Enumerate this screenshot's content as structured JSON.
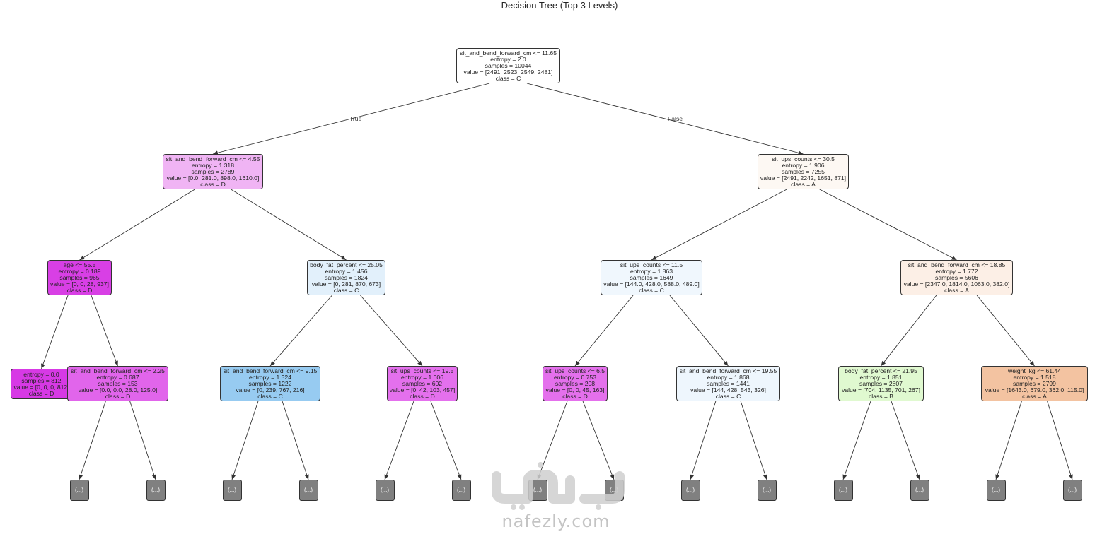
{
  "title": "Decision Tree (Top 3 Levels)",
  "edge_labels": {
    "true_label": "True",
    "false_label": "False"
  },
  "colors": {
    "class_A": "#e58139",
    "class_B": "#7be539",
    "class_C": "#399de5",
    "class_D": "#d739e5",
    "hidden_leaf": "#808080"
  },
  "nodes": [
    {
      "id": "n0",
      "lines": [
        "sit_and_bend_forward_cm <= 11.65",
        "entropy = 2.0",
        "samples = 10044",
        "value = [2491, 2523, 2549, 2481]",
        "class = C"
      ],
      "fill": "#ffffff"
    },
    {
      "id": "n1",
      "lines": [
        "sit_and_bend_forward_cm <= 4.55",
        "entropy = 1.318",
        "samples = 2789",
        "value = [0.0, 281.0, 898.0, 1610.0]",
        "class = D"
      ],
      "fill": "#f0b4f4"
    },
    {
      "id": "n2",
      "lines": [
        "sit_ups_counts <= 30.5",
        "entropy = 1.906",
        "samples = 7255",
        "value = [2491, 2242, 1651, 871]",
        "class = A"
      ],
      "fill": "#fdf8f3"
    },
    {
      "id": "n3",
      "lines": [
        "age <= 55.5",
        "entropy = 0.189",
        "samples = 965",
        "value = [0, 0, 28, 937]",
        "class = D"
      ],
      "fill": "#d83fe5"
    },
    {
      "id": "n4",
      "lines": [
        "body_fat_percent <= 25.05",
        "entropy = 1.456",
        "samples = 1824",
        "value = [0, 281, 870, 673]",
        "class = C"
      ],
      "fill": "#e2f0fb"
    },
    {
      "id": "n5",
      "lines": [
        "sit_ups_counts <= 11.5",
        "entropy = 1.863",
        "samples = 1649",
        "value = [144.0, 428.0, 588.0, 489.0]",
        "class = C"
      ],
      "fill": "#f0f7fd"
    },
    {
      "id": "n6",
      "lines": [
        "sit_and_bend_forward_cm <= 18.85",
        "entropy = 1.772",
        "samples = 5606",
        "value = [2347.0, 1814.0, 1063.0, 382.0]",
        "class = A"
      ],
      "fill": "#fcefe6"
    },
    {
      "id": "n7",
      "lines": [
        "entropy = 0.0",
        "samples = 812",
        "value = [0, 0, 0, 812]",
        "class = D"
      ],
      "fill": "#d739e5"
    },
    {
      "id": "n8",
      "lines": [
        "sit_and_bend_forward_cm <= 2.25",
        "entropy = 0.687",
        "samples = 153",
        "value = [0.0, 0.0, 28.0, 125.0]",
        "class = D"
      ],
      "fill": "#e165eb"
    },
    {
      "id": "n9",
      "lines": [
        "sit_and_bend_forward_cm <= 9.15",
        "entropy = 1.324",
        "samples = 1222",
        "value = [0, 239, 767, 216]",
        "class = C"
      ],
      "fill": "#97cbf1"
    },
    {
      "id": "n10",
      "lines": [
        "sit_ups_counts <= 19.5",
        "entropy = 1.006",
        "samples = 602",
        "value = [0, 42, 103, 457]",
        "class = D"
      ],
      "fill": "#e470ed"
    },
    {
      "id": "n11",
      "lines": [
        "sit_ups_counts <= 6.5",
        "entropy = 0.753",
        "samples = 208",
        "value = [0, 0, 45, 163]",
        "class = D"
      ],
      "fill": "#e470ec"
    },
    {
      "id": "n12",
      "lines": [
        "sit_and_bend_forward_cm <= 19.55",
        "entropy = 1.868",
        "samples = 1441",
        "value = [144, 428, 543, 326]",
        "class = C"
      ],
      "fill": "#eef6fd"
    },
    {
      "id": "n13",
      "lines": [
        "body_fat_percent <= 21.95",
        "entropy = 1.851",
        "samples = 2807",
        "value = [704, 1135, 701, 267]",
        "class = B"
      ],
      "fill": "#e0f9d0"
    },
    {
      "id": "n14",
      "lines": [
        "weight_kg <= 61.44",
        "entropy = 1.518",
        "samples = 2799",
        "value = [1643.0, 679.0, 362.0, 115.0]",
        "class = A"
      ],
      "fill": "#f3c3a1"
    }
  ],
  "hidden_leaf_label": "(...)",
  "watermark": {
    "text": "nafezly.com",
    "logo": "nafezly-logo"
  }
}
